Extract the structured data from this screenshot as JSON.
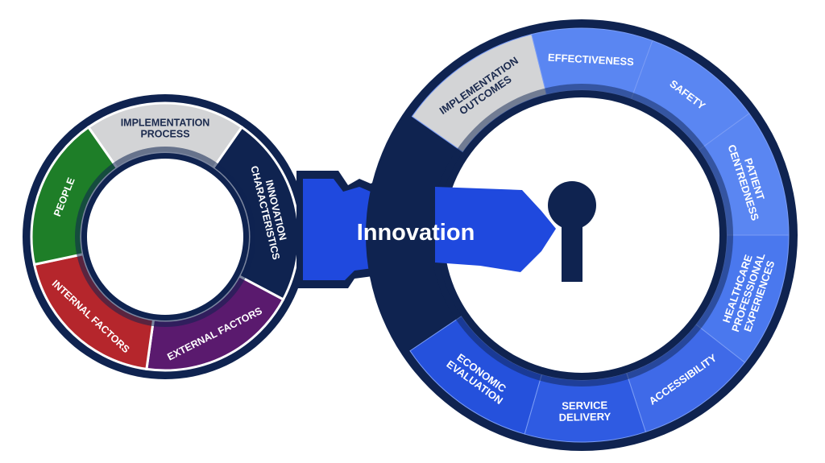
{
  "key_label": "Innovation",
  "colors": {
    "navy": "#0f2350",
    "key_blue": "#1f49de",
    "outer_light": "#5a86f2",
    "outer_mid": "#3f6ae8",
    "outer_dark": "#2551dc",
    "gray": "#d3d4d6",
    "green": "#1e7e28",
    "red": "#b5262c",
    "purple": "#5a1a6e"
  },
  "left_ring": {
    "segments": [
      {
        "id": "implementation-process",
        "lines": [
          "IMPLEMENTATION",
          "PROCESS"
        ],
        "color": "#d3d4d6",
        "text_color": "#1b2a4e"
      },
      {
        "id": "innovation-characteristics",
        "lines": [
          "INNOVATION",
          "CHARACTERISTICS"
        ],
        "color": "#0f2350",
        "text_color": "#ffffff"
      },
      {
        "id": "external-factors",
        "lines": [
          "EXTERNAL FACTORS"
        ],
        "color": "#5a1a6e",
        "text_color": "#ffffff"
      },
      {
        "id": "internal-factors",
        "lines": [
          "INTERNAL FACTORS"
        ],
        "color": "#b5262c",
        "text_color": "#ffffff"
      },
      {
        "id": "people",
        "lines": [
          "PEOPLE"
        ],
        "color": "#1e7e28",
        "text_color": "#ffffff"
      }
    ]
  },
  "right_ring": {
    "segments": [
      {
        "id": "implementation-outcomes",
        "lines": [
          "IMPLEMENTATION",
          "OUTCOMES"
        ],
        "color": "#d3d4d6",
        "text_color": "#1b2a4e"
      },
      {
        "id": "effectiveness",
        "lines": [
          "EFFECTIVENESS"
        ],
        "color": "#5a86f2",
        "text_color": "#ffffff"
      },
      {
        "id": "safety",
        "lines": [
          "SAFETY"
        ],
        "color": "#5a86f2",
        "text_color": "#ffffff"
      },
      {
        "id": "patient-centredness",
        "lines": [
          "PATIENT",
          "CENTREDNESS"
        ],
        "color": "#5a86f2",
        "text_color": "#ffffff"
      },
      {
        "id": "healthcare-professional-experiences",
        "lines": [
          "HEALTHCARE",
          "PROFESSIONAL",
          "EXPERIENCES"
        ],
        "color": "#4a78ee",
        "text_color": "#ffffff"
      },
      {
        "id": "accessibility",
        "lines": [
          "ACCESSIBILITY"
        ],
        "color": "#3f6ae8",
        "text_color": "#ffffff"
      },
      {
        "id": "service-delivery",
        "lines": [
          "SERVICE",
          "DELIVERY"
        ],
        "color": "#2f5be2",
        "text_color": "#ffffff"
      },
      {
        "id": "economic-evaluation",
        "lines": [
          "ECONOMIC",
          "EVALUATION"
        ],
        "color": "#2551dc",
        "text_color": "#ffffff"
      }
    ]
  }
}
